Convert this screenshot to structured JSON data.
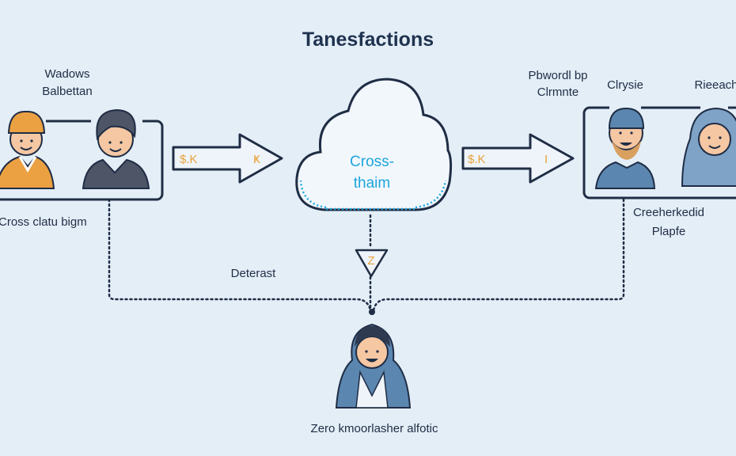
{
  "title": "Tanesfactions",
  "left_group": {
    "label_lines": [
      "Wadows",
      "Balbettan"
    ],
    "caption": "Cross clatu bigm"
  },
  "arrow_left": {
    "label_start": "$.K",
    "label_end": "Ҝ"
  },
  "cloud": {
    "label_lines": [
      "Cross-",
      "thaim"
    ]
  },
  "arrow_right": {
    "label_start": "$.K",
    "label_end": "I"
  },
  "right_group": {
    "label_lines": [
      "Pbwordl bp",
      "Clrmnte"
    ],
    "person_labels": [
      "Clrysie",
      "Rieeach"
    ],
    "caption_lines": [
      "Creeherkedid",
      "Plapfe"
    ]
  },
  "middle": {
    "side_label": "Deterast",
    "triangle_label": "Z"
  },
  "bottom": {
    "caption": "Zero kmoorlasher alfotic"
  },
  "colors": {
    "background": "#e4eef7",
    "navy": "#1f2d45",
    "cyan": "#1ea6dc",
    "orange": "#e9a23b",
    "blue_person": "#5b86b0"
  }
}
